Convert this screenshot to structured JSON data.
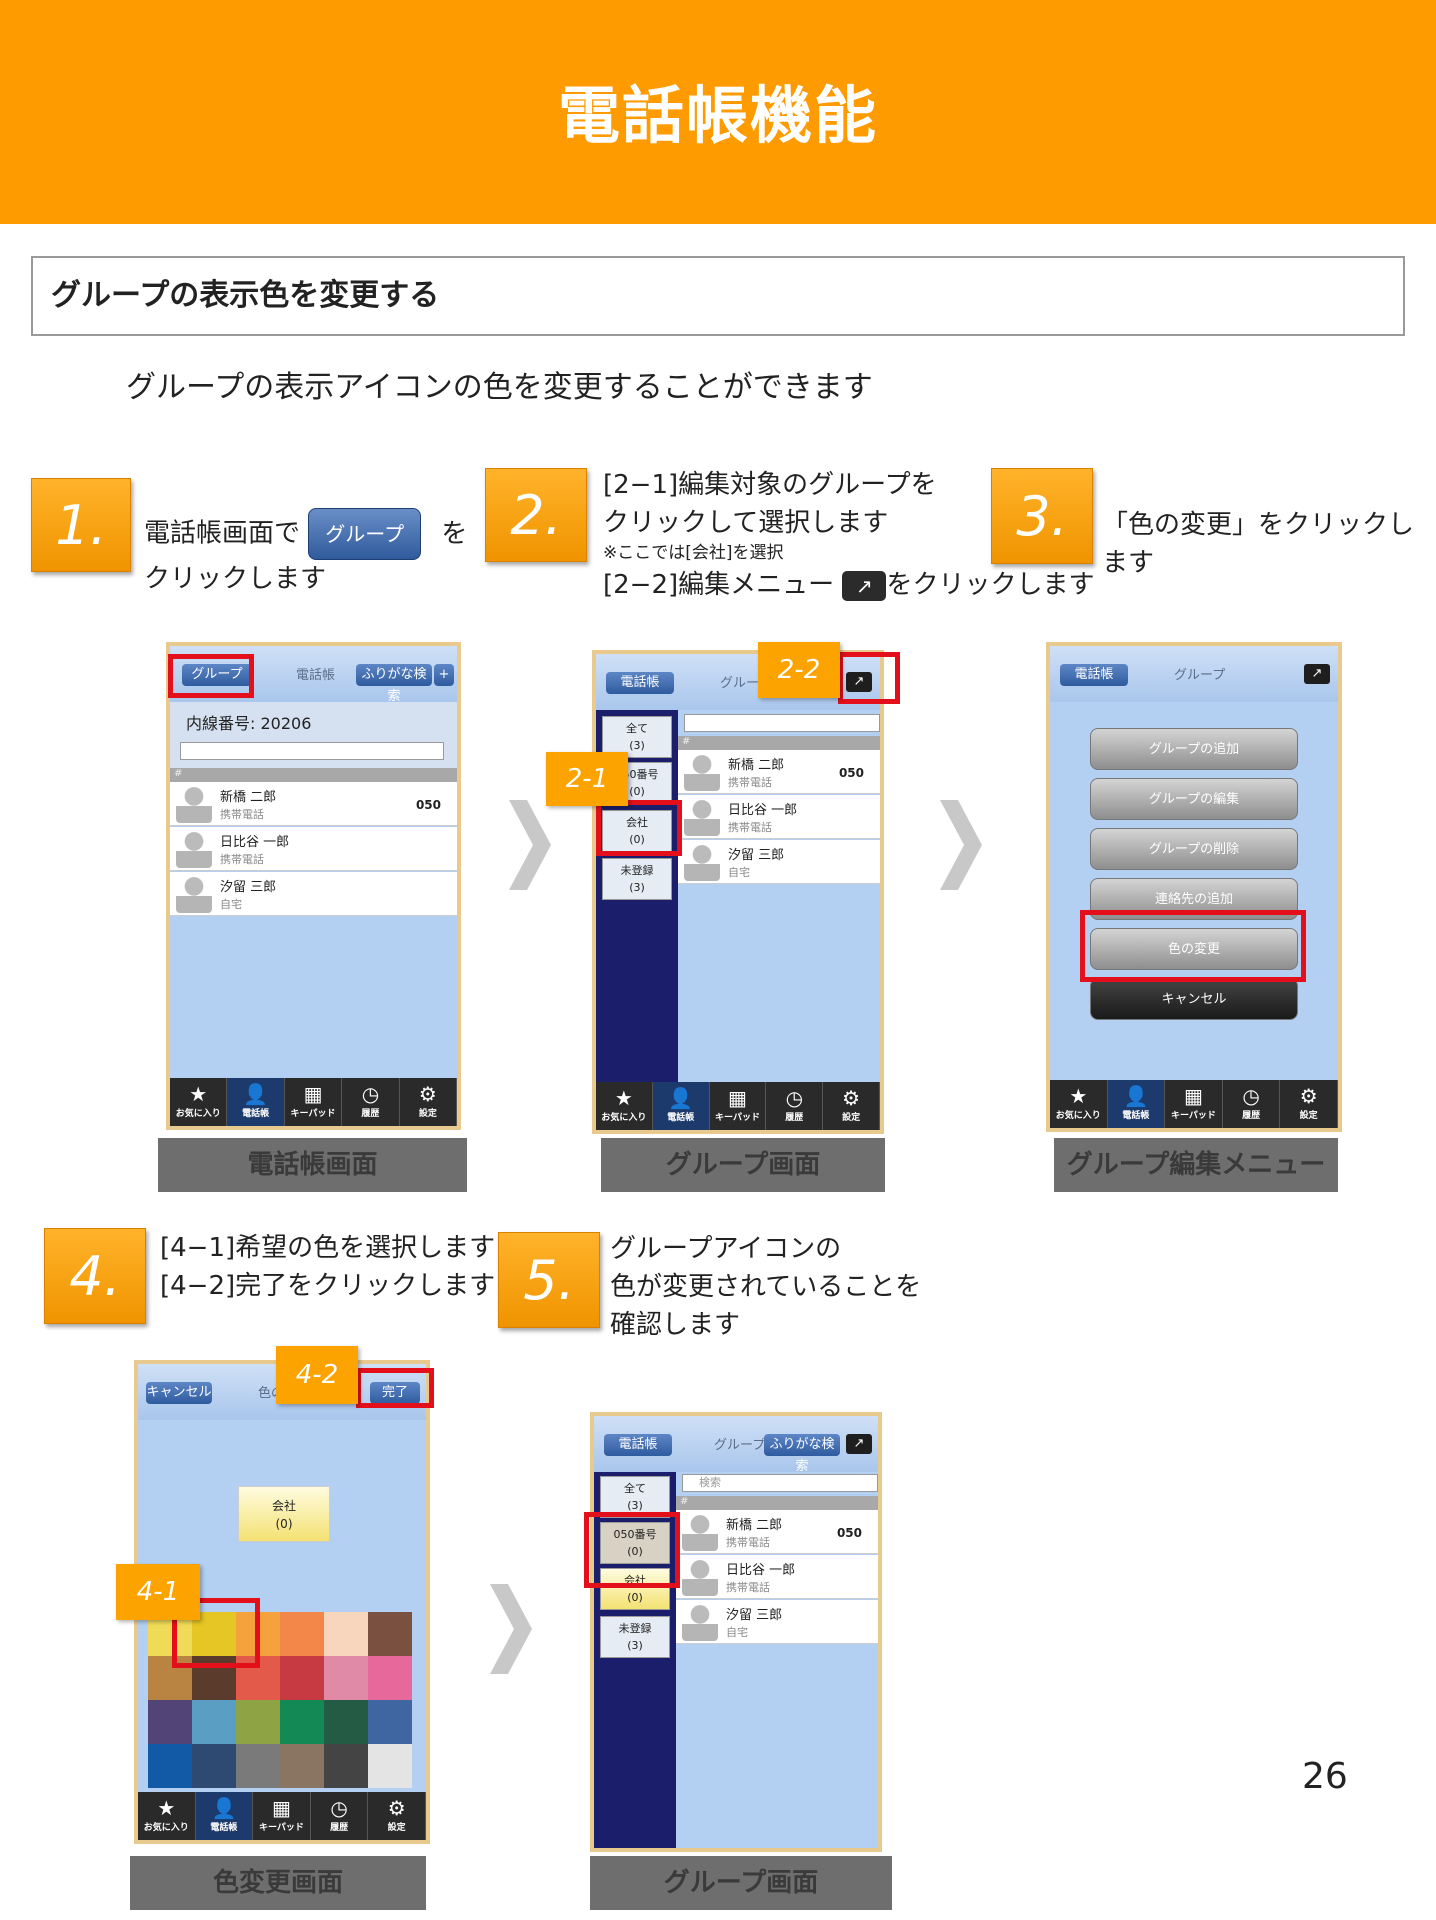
{
  "header": {
    "title": "電話帳機能"
  },
  "section": {
    "title": "グループの表示色を変更する"
  },
  "intro": "グループの表示アイコンの色を変更することができます",
  "steps": {
    "s1": {
      "num": "1.",
      "line1": "電話帳画面で",
      "button": "グループ",
      "suffix": "を",
      "line2": "クリックします"
    },
    "s2": {
      "num": "2.",
      "line1": "[2−1]編集対象のグループを",
      "line2": "クリックして選択します",
      "note": "※ここでは[会社]を選択",
      "line3": "[2−2]編集メニュー",
      "line3_after": "をクリックします"
    },
    "s3": {
      "num": "3.",
      "text": "「色の変更」をクリックします"
    },
    "s4": {
      "num": "4.",
      "line1": "[4−1]希望の色を選択します",
      "line2": "[4−2]完了をクリックします"
    },
    "s5": {
      "num": "5.",
      "line1": "グループアイコンの",
      "line2": "色が変更されていることを",
      "line3": "確認します"
    }
  },
  "phones": {
    "p1": {
      "btn_group": "グループ",
      "title": "電話帳",
      "btn_search": "ふりがな検索",
      "plus": "+",
      "ext": "内線番号: 20206",
      "hash": "#",
      "rows": [
        {
          "name": "新橋 二郎",
          "sub": "携帯電話",
          "tag": "050"
        },
        {
          "name": "日比谷 一郎",
          "sub": "携帯電話"
        },
        {
          "name": "汐留 三郎",
          "sub": "自宅"
        }
      ]
    },
    "p2": {
      "btn_phonebook": "電話帳",
      "title": "グループ",
      "hash": "#",
      "groups": [
        {
          "name": "全て",
          "count": "(3)"
        },
        {
          "name": "050番号",
          "count": "(0)"
        },
        {
          "name": "会社",
          "count": "(0)"
        },
        {
          "name": "未登録",
          "count": "(3)"
        }
      ],
      "rows": [
        {
          "name": "新橋 二郎",
          "sub": "携帯電話",
          "tag": "050"
        },
        {
          "name": "日比谷 一郎",
          "sub": "携帯電話"
        },
        {
          "name": "汐留 三郎",
          "sub": "自宅"
        }
      ]
    },
    "p3": {
      "btn_phonebook": "電話帳",
      "title": "グループ",
      "menu": [
        "グループの追加",
        "グループの編集",
        "グループの削除",
        "連絡先の追加",
        "色の変更",
        "キャンセル"
      ]
    },
    "p4": {
      "btn_cancel": "キャンセル",
      "title": "色の変更",
      "btn_done": "完了",
      "group": {
        "name": "会社",
        "count": "(0)"
      }
    },
    "p5": {
      "btn_phonebook": "電話帳",
      "title": "グループ",
      "btn_search": "ふりがな検索",
      "search_placeholder": "検索",
      "hash": "#",
      "groups": [
        {
          "name": "全て",
          "count": "(3)"
        },
        {
          "name": "050番号",
          "count": "(0)"
        },
        {
          "name": "会社",
          "count": "(0)"
        },
        {
          "name": "未登録",
          "count": "(3)"
        }
      ],
      "rows": [
        {
          "name": "新橋 二郎",
          "sub": "携帯電話",
          "tag": "050"
        },
        {
          "name": "日比谷 一郎",
          "sub": "携帯電話"
        },
        {
          "name": "汐留 三郎",
          "sub": "自宅"
        }
      ]
    }
  },
  "tabs": [
    "お気に入り",
    "電話帳",
    "キーパッド",
    "履歴",
    "設定"
  ],
  "callouts": {
    "c21": "2-1",
    "c22": "2-2",
    "c41": "4-1",
    "c42": "4-2"
  },
  "captions": {
    "c1": "電話帳画面",
    "c2": "グループ画面",
    "c3": "グループ編集メニュー",
    "c4": "色変更画面",
    "c5": "グループ画面"
  },
  "swatches": [
    "#efdb57",
    "#e6c624",
    "#f6a23c",
    "#f3874a",
    "#f8d6bd",
    "#7a5040",
    "#b98442",
    "#5b3b2c",
    "#e35a4a",
    "#c73a42",
    "#e18aa8",
    "#e7699c",
    "#524477",
    "#5b9ec3",
    "#8ea343",
    "#138a55",
    "#245b45",
    "#3f66a0",
    "#125aa5",
    "#2e4a73",
    "#7a7a7a",
    "#8a7562",
    "#444444",
    "#e4e4e4"
  ],
  "page_number": "26"
}
